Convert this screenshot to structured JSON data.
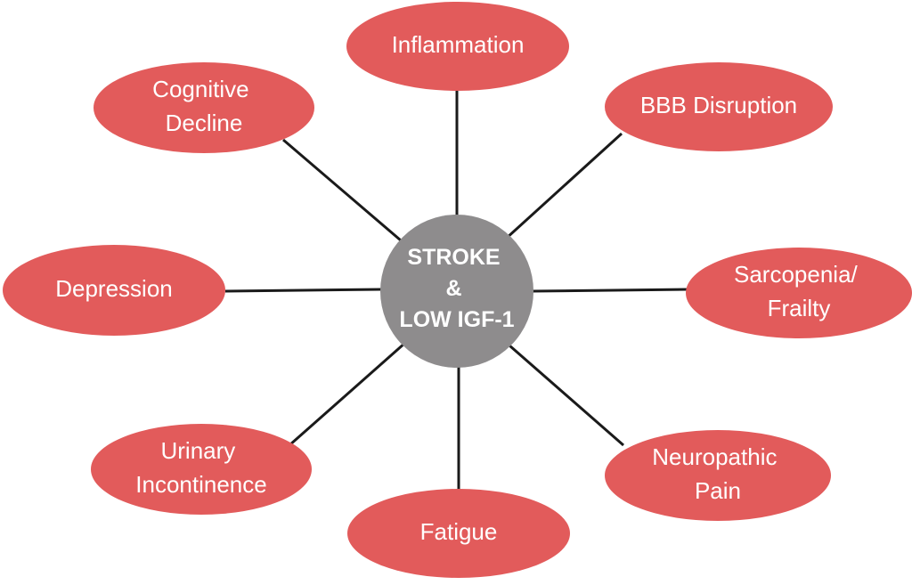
{
  "center": {
    "lines": [
      "STROKE",
      "&",
      "LOW IGF-1"
    ]
  },
  "nodes": [
    {
      "id": "inflammation",
      "lines": [
        "Inflammation"
      ]
    },
    {
      "id": "bbb-disruption",
      "lines": [
        "BBB Disruption"
      ]
    },
    {
      "id": "sarcopenia-frailty",
      "lines": [
        "Sarcopenia/",
        "Frailty"
      ]
    },
    {
      "id": "neuropathic-pain",
      "lines": [
        "Neuropathic",
        "Pain"
      ]
    },
    {
      "id": "fatigue",
      "lines": [
        "Fatigue"
      ]
    },
    {
      "id": "urinary-incontinence",
      "lines": [
        "Urinary",
        "Incontinence"
      ]
    },
    {
      "id": "depression",
      "lines": [
        "Depression"
      ]
    },
    {
      "id": "cognitive-decline",
      "lines": [
        "Cognitive",
        "Decline"
      ]
    }
  ],
  "colors": {
    "node_fill": "#e25b5b",
    "center_fill": "#8e8c8d",
    "connector": "#1a1a1a",
    "text": "#ffffff"
  }
}
